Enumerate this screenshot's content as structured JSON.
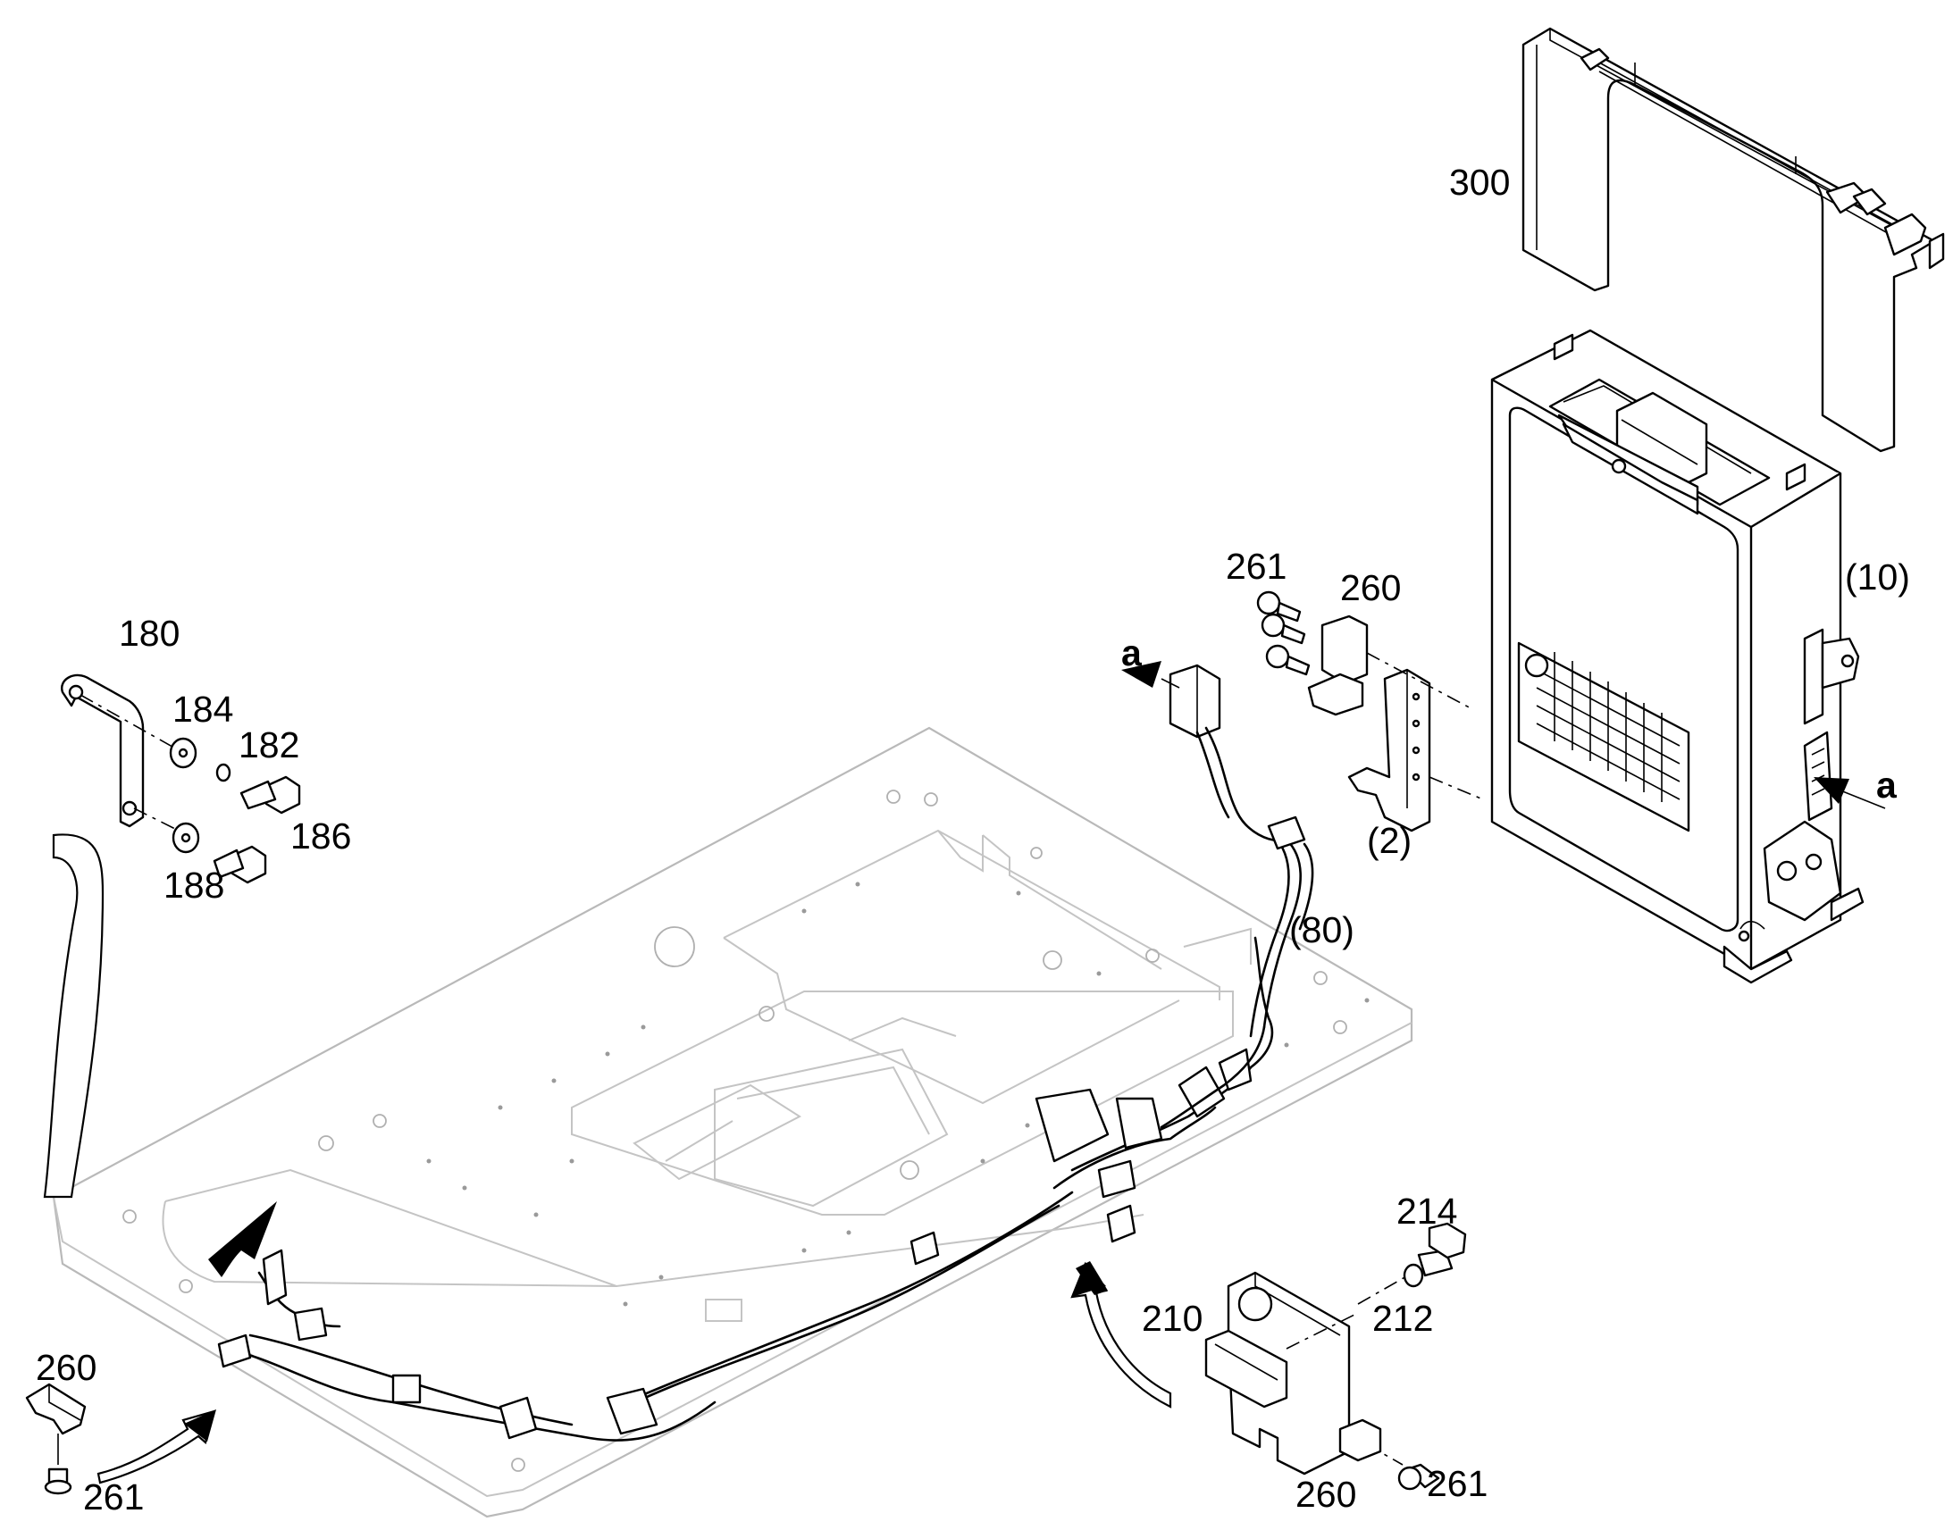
{
  "callouts": {
    "c300": "300",
    "c10": "(10)",
    "c261_top": "261",
    "c260_top": "260",
    "c2": "(2)",
    "c80": "(80)",
    "ca_left": "a",
    "ca_right": "a",
    "c180": "180",
    "c184": "184",
    "c182": "182",
    "c186": "186",
    "c188": "188",
    "c214": "214",
    "c212": "212",
    "c210": "210",
    "c260_bottom": "260",
    "c261_bottom": "261",
    "c260_left": "260",
    "c261_left": "261"
  },
  "colors": {
    "line": "#000000",
    "background": "#ffffff",
    "baseplate": "#b9b9b9"
  }
}
